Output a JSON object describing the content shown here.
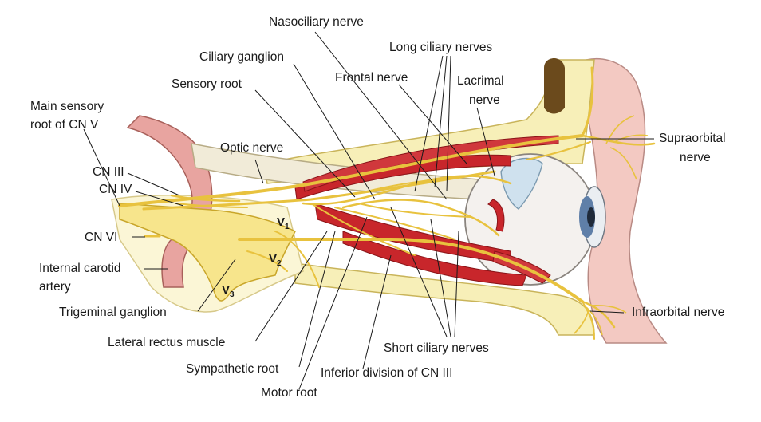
{
  "labels": {
    "nasociliary": "Nasociliary nerve",
    "long_ciliary": "Long ciliary nerves",
    "ciliary_ganglion": "Ciliary ganglion",
    "frontal": "Frontal nerve",
    "lacrimal_1": "Lacrimal",
    "lacrimal_2": "nerve",
    "sensory_root": "Sensory root",
    "main_sensory_1": "Main sensory",
    "main_sensory_2": "root of CN V",
    "supraorbital_1": "Supraorbital",
    "supraorbital_2": "nerve",
    "optic": "Optic nerve",
    "cn3": "CN III",
    "cn4": "CN IV",
    "cn6": "CN VI",
    "ica_1": "Internal carotid",
    "ica_2": "artery",
    "trigeminal": "Trigeminal ganglion",
    "lateral_rectus": "Lateral rectus muscle",
    "sympathetic": "Sympathetic root",
    "motor": "Motor root",
    "inferior_div": "Inferior division of CN III",
    "short_ciliary": "Short ciliary nerves",
    "infraorbital": "Infraorbital nerve"
  },
  "subdivisions": {
    "v": "V",
    "v1": "1",
    "v2": "2",
    "v3": "3"
  },
  "colors": {
    "nerve": "#f2d35c",
    "nerve_dark": "#c9a62a",
    "muscle": "#c8262b",
    "vessel": "#e8a4a0",
    "bone": "#f7efb8",
    "skin": "#f3c9c2"
  }
}
